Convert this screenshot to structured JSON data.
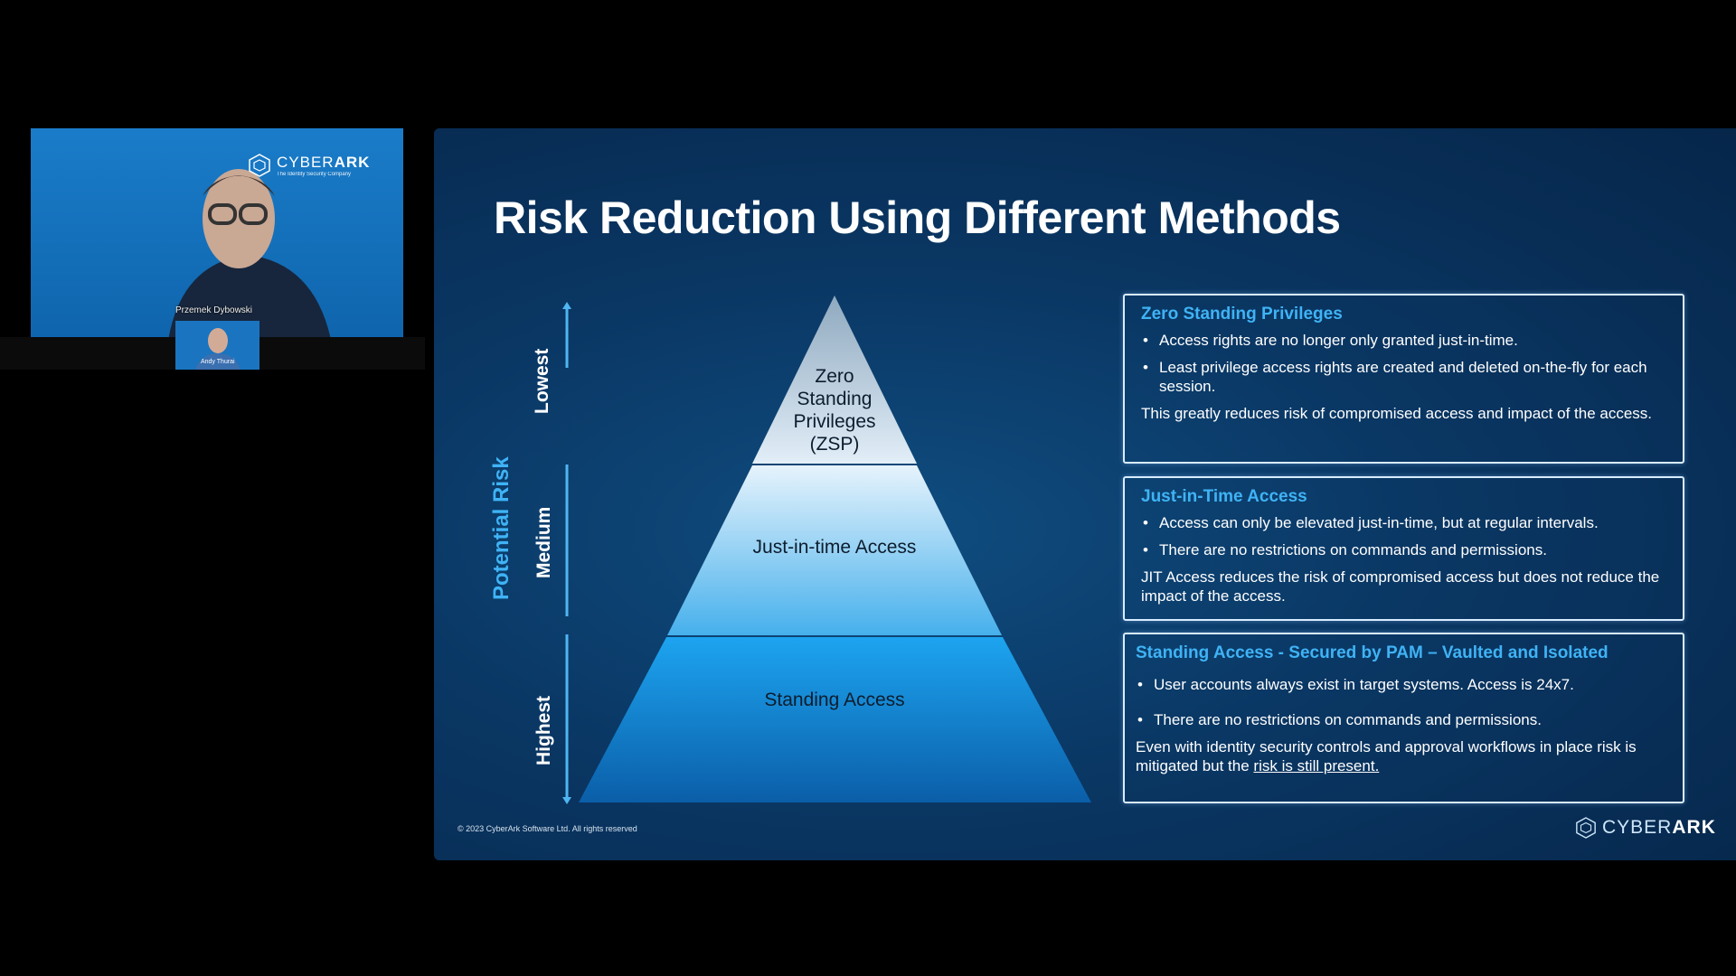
{
  "webcam": {
    "logo_text": "CYBER",
    "logo_bold": "ARK",
    "logo_tagline": "The Identity Security Company",
    "speaker_name": "Przemek Dybowski",
    "thumbnail_name": "Andy Thurai"
  },
  "slide": {
    "title": "Risk Reduction Using Different Methods",
    "axis": {
      "label": "Potential Risk",
      "levels": [
        "Lowest",
        "Medium",
        "Highest"
      ]
    },
    "pyramid": {
      "top": [
        "Zero",
        "Standing",
        "Privileges",
        "(ZSP)"
      ],
      "middle": "Just-in-time Access",
      "bottom": "Standing Access"
    },
    "boxes": [
      {
        "heading": "Zero Standing Privileges",
        "bullets": [
          "Access rights are no longer only granted just-in-time.",
          "Least privilege access rights are created and deleted on-the-fly for each session."
        ],
        "note": "This greatly reduces risk of compromised access and impact of the access."
      },
      {
        "heading": "Just-in-Time Access",
        "bullets": [
          "Access can only be elevated just-in-time, but at regular intervals.",
          "There are no restrictions on commands and permissions."
        ],
        "note": "JIT Access reduces the risk of compromised access but does not reduce the impact of the access."
      },
      {
        "heading": "Standing Access - Secured by PAM – Vaulted and Isolated",
        "bullets": [
          "User accounts always exist in target systems. Access is 24x7.",
          "There are no restrictions on commands and permissions."
        ],
        "note": "Even with identity security controls and approval workflows in place risk is mitigated but the ",
        "note_link": "risk is still present."
      }
    ],
    "copyright": "© 2023 CyberArk Software Ltd. All rights reserved",
    "footer_logo": {
      "text": "CYBER",
      "bold": "ARK"
    }
  },
  "colors": {
    "accent": "#3fb3f5",
    "slide_bg": "#0a3764"
  }
}
